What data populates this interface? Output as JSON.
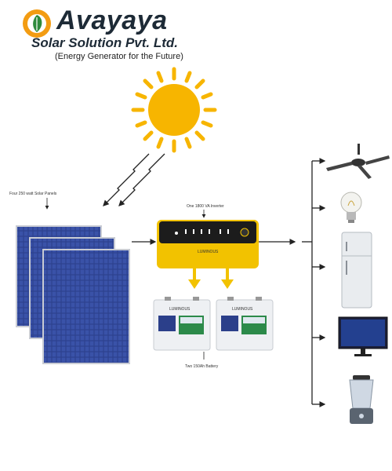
{
  "header": {
    "brand_name": "Avayaya",
    "company_name": "Solar Solution Pvt. Ltd.",
    "tagline": "(Energy Generator for the Future)"
  },
  "diagram": {
    "panels_label": "Four 250 watt Solar Panels",
    "inverter_label": "One 1800 VA Inverter",
    "inverter_brand": "LUMINOUS",
    "battery_label": "Two 150Ah Battery",
    "battery_brand": "LUMINOUS",
    "loads": [
      "ceiling-fan",
      "light-bulb",
      "refrigerator",
      "television",
      "blender"
    ]
  },
  "colors": {
    "brand_orange": "#f39c12",
    "brand_green": "#2e8b3d",
    "sun": "#f7b500",
    "panel_blue": "#2b3f8a",
    "inverter_yellow": "#f2c200",
    "inverter_dark": "#1c1c1c",
    "battery_green": "#2c8a4a",
    "arrow": "#222222"
  }
}
